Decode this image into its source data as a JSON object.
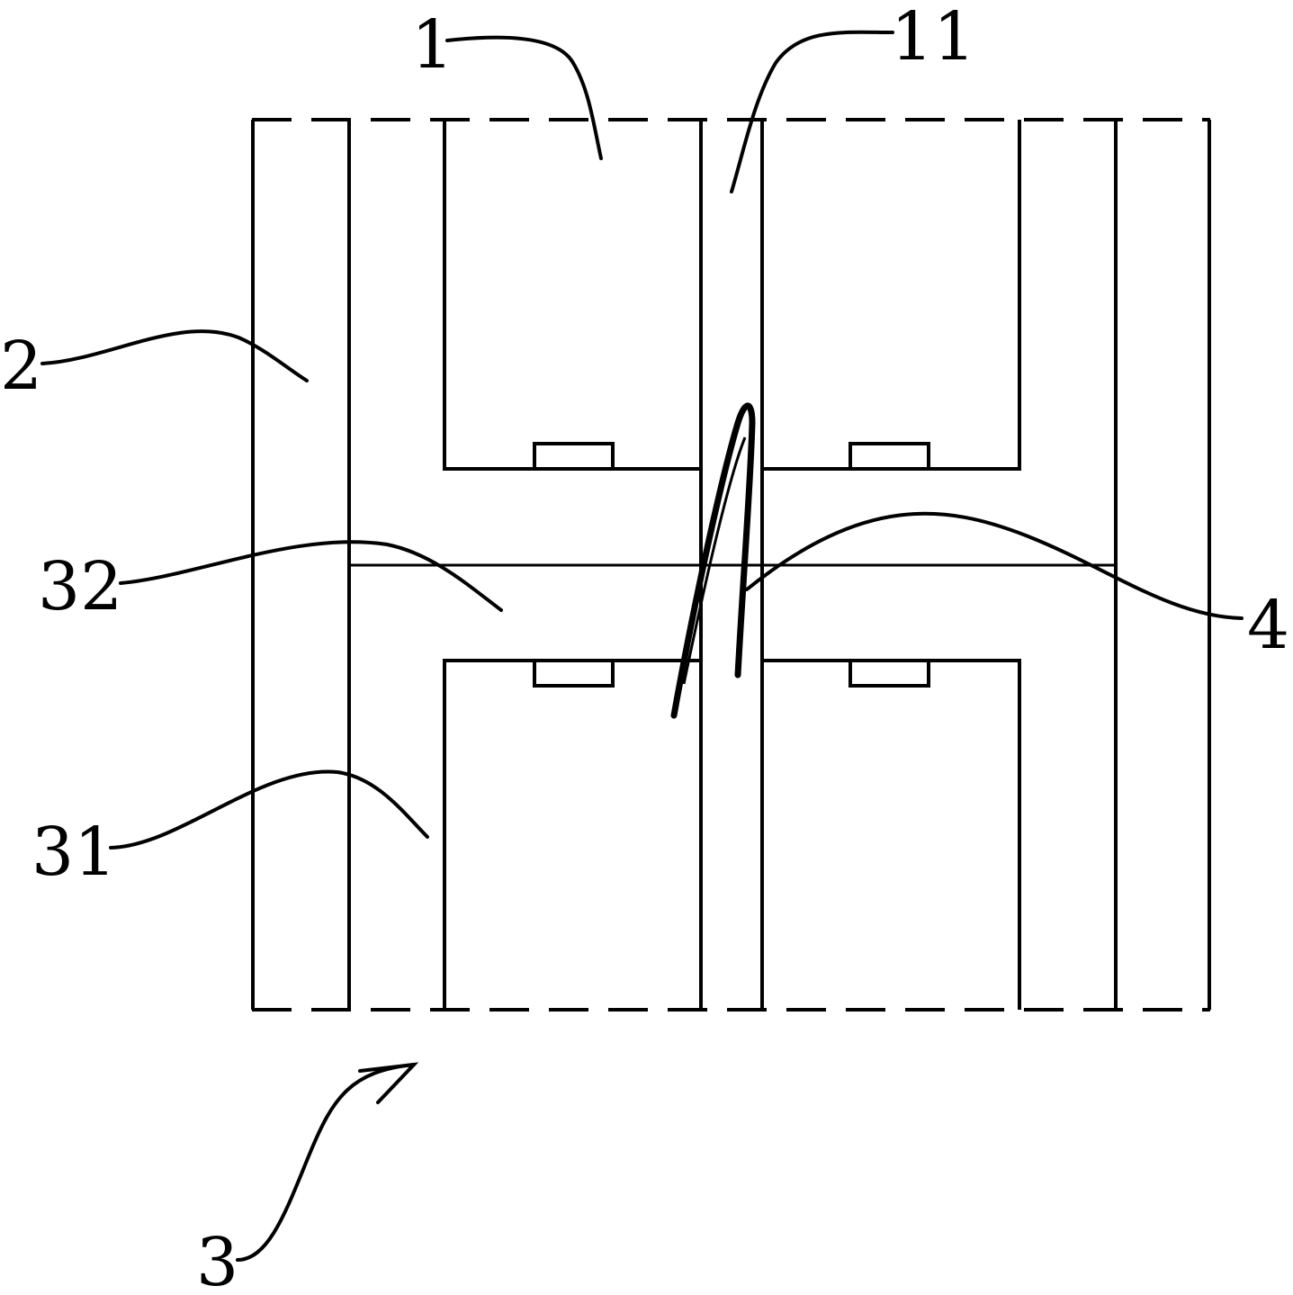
{
  "labels": {
    "l1": "1",
    "l11": "11",
    "l2": "2",
    "l32": "32",
    "l4": "4",
    "l31": "31",
    "l3": "3"
  }
}
